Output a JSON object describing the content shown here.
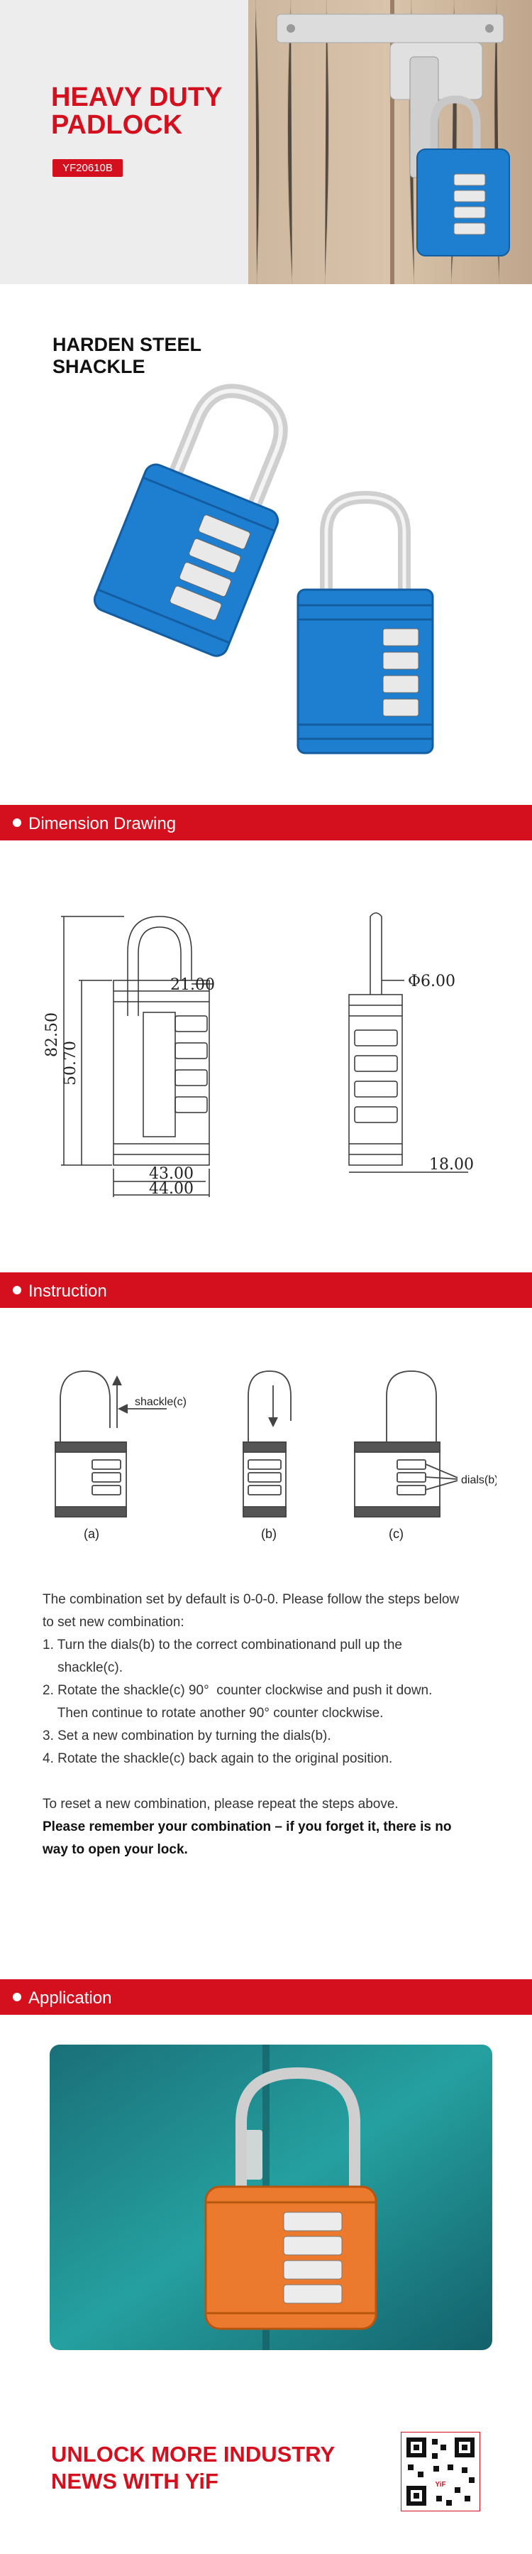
{
  "hero": {
    "title_line1": "HEAVY DUTY",
    "title_line2": "PADLOCK",
    "model": "YF20610B"
  },
  "steel_section": {
    "heading_line1": "HARDEN STEEL",
    "heading_line2": "SHACKLE"
  },
  "dimension_section": {
    "label": "Dimension Drawing",
    "front": {
      "height_total": "82.50",
      "height_body": "50.70",
      "shackle_width": "21.00",
      "body_width_inner": "43.00",
      "body_width_outer": "44.00"
    },
    "side": {
      "shackle_diameter": "Φ6.00",
      "body_depth": "18.00"
    }
  },
  "instruction_section": {
    "label": "Instruction",
    "shackle_label": "shackle(c)",
    "dials_label": "dials(b)",
    "captions": [
      "(a)",
      "(b)",
      "(c)"
    ],
    "intro_line1": "The combination set by default is 0-0-0. Please follow the steps below",
    "intro_line2": "to set new combination:",
    "steps": [
      "1. Turn the dials(b) to the correct combinationand pull up the",
      "    shackle(c).",
      "2. Rotate the shackle(c) 90°  counter clockwise and push it down.",
      "    Then continue to rotate another 90° counter clockwise.",
      "3. Set a new combination by turning the dials(b).",
      "4. Rotate the shackle(c) back again to the original position."
    ],
    "reset_note": "To reset a new combination, please repeat the steps above.",
    "warning_line1": "Please remember your combination – if you forget it, there is no",
    "warning_line2": "way to open your lock."
  },
  "application_section": {
    "label": "Application"
  },
  "footer": {
    "line1": "UNLOCK MORE INDUSTRY",
    "line2": "NEWS WITH YiF",
    "qr_badge": "YiF"
  },
  "colors": {
    "brand_red": "#d4101f",
    "lock_blue": "#1e7fd0",
    "lock_orange": "#ec7a2e",
    "teal": "#1c8a8a"
  }
}
